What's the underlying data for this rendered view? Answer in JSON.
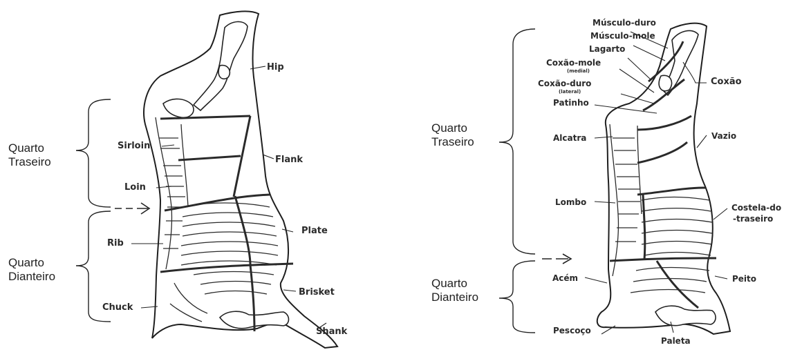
{
  "left": {
    "quarters": {
      "rear_line1": "Quarto",
      "rear_line2": "Traseiro",
      "front_line1": "Quarto",
      "front_line2": "Dianteiro"
    },
    "labels": {
      "hip": "Hip",
      "sirloin": "Sirloin",
      "flank": "Flank",
      "loin": "Loin",
      "plate": "Plate",
      "rib": "Rib",
      "brisket": "Brisket",
      "chuck": "Chuck",
      "shank": "Shank"
    }
  },
  "right": {
    "quarters": {
      "rear_line1": "Quarto",
      "rear_line2": "Traseiro",
      "front_line1": "Quarto",
      "front_line2": "Dianteiro"
    },
    "labels": {
      "musculo_duro": "Músculo-duro",
      "musculo_mole": "Músculo-mole",
      "lagarto": "Lagarto",
      "coxao_mole": "Coxão-mole",
      "coxao_mole_sub": "(medial)",
      "coxao_duro": "Coxão-duro",
      "coxao_duro_sub": "(lateral)",
      "patinho": "Patinho",
      "coxao": "Coxão",
      "alcatra": "Alcatra",
      "vazio": "Vazio",
      "lombo": "Lombo",
      "costela_line1": "Costela-do",
      "costela_line2": "-traseiro",
      "acem": "Acém",
      "peito": "Peito",
      "pescoco": "Pescoço",
      "paleta": "Paleta"
    }
  }
}
